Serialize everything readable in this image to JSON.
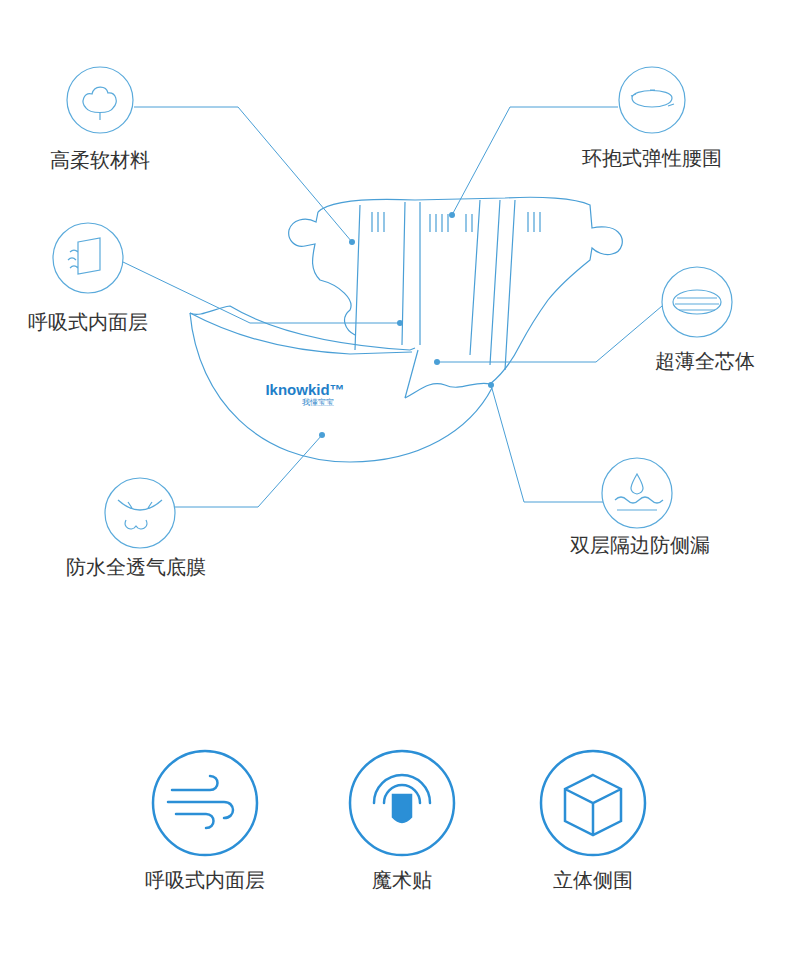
{
  "diagram": {
    "labels": [
      "高柔软材料",
      "环抱式弹性腰围",
      "呼吸式内面层",
      "超薄全芯体",
      "防水全透气底膜",
      "双层隔边防侧漏",
      "Iknowkid™",
      "我懂宝宝",
      "呼吸式内面层",
      "魔术贴",
      "立体侧围"
    ]
  }
}
